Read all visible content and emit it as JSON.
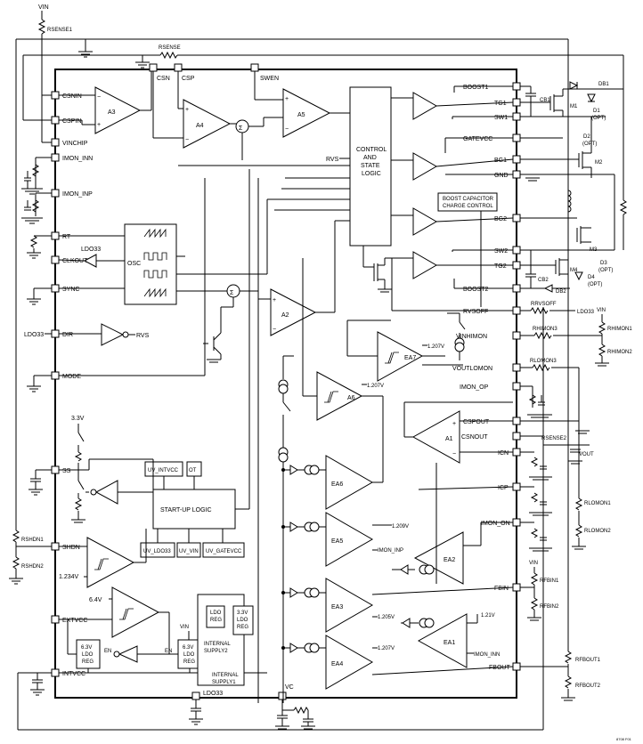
{
  "ic": {
    "top_pins": [
      "CSN",
      "CSP",
      "SWEN"
    ],
    "left_pins": [
      "CSNIN",
      "CSPIN",
      "VINCHIP",
      "IMON_INN",
      "IMON_INP",
      "RT",
      "CLKOUT",
      "SYNC",
      "DIR",
      "MODE",
      "SS",
      "SHDN",
      "EXTVCC",
      "INTVCC"
    ],
    "right_pins": [
      "BOOST1",
      "TG1",
      "SW1",
      "GATEVCC",
      "BG1",
      "GND",
      "BG2",
      "SW2",
      "TG2",
      "BOOST2",
      "RVSOFF",
      "VINHIMON",
      "VOUTLOMON",
      "IMON_OP",
      "CSPOUT",
      "CSNOUT",
      "ICN",
      "ICP",
      "IMON_ON",
      "FBIN",
      "FBOUT"
    ],
    "bottom_pins": [
      "LDO33",
      "VC"
    ]
  },
  "blocks": {
    "control_logic": [
      "CONTROL",
      "AND",
      "STATE",
      "LOGIC"
    ],
    "rvs": "RVS",
    "boost_cap": [
      "BOOST CAPACITOR",
      "CHARGE CONTROL"
    ],
    "osc": "OSC",
    "ldo33": "LDO33",
    "dir_rvs": "RVS",
    "startup": "START-UP LOGIC",
    "uv_intvcc": "UV_INTVCC",
    "ot": "OT",
    "uv_ldo33": "UV_LDO33",
    "uv_vin": "UV_VIN",
    "uv_gatevcc": "UV_GATEVCC",
    "ldo63_left": [
      "6.3V",
      "LDO",
      "REG"
    ],
    "ldo63_mid": [
      "6.3V",
      "LDO",
      "REG"
    ],
    "ldo_reg": [
      "LDO",
      "REG"
    ],
    "ldo33_reg": [
      "3.3V",
      "LDO",
      "REG"
    ],
    "internal_supply2": [
      "INTERNAL",
      "SUPPLY2"
    ],
    "internal_supply1": [
      "INTERNAL",
      "SUPPLY1"
    ],
    "en1": "EN",
    "en2": "EN",
    "vin_label": "VIN",
    "ss_33v": "3.3V",
    "v64": "6.4V",
    "v1234": "1.234V",
    "amps": [
      "A3",
      "A4",
      "A5",
      "A2",
      "A1",
      "A6",
      "EA7",
      "EA6",
      "EA5",
      "EA2",
      "EA3",
      "EA1",
      "EA4"
    ],
    "ref_1207_ea7": "1.207V",
    "ref_1207_a6": "1.207V",
    "ref_1209": "1.209V",
    "ref_1205": "1.205V",
    "ref_121": "1.21V",
    "ref_1207_ea4": "1.207V",
    "imon_inp": "IMON_INP",
    "imon_inn": "IMON_INN",
    "ldo33_right": "LDO33"
  },
  "external": {
    "vin_top": "VIN",
    "rsense1": "RSENSE1",
    "rsense_top": "RSENSE",
    "rsense2": "RSENSE2",
    "vout": "VOUT",
    "cb1": "CB1",
    "cb2": "CB2",
    "db1": "DB1",
    "db2": "DB2",
    "m1": "M1",
    "m2": "M2",
    "m3": "M3",
    "m4": "M4",
    "d1": [
      "D1",
      "(OPT)"
    ],
    "d2": [
      "D2",
      "(OPT)"
    ],
    "d3": [
      "D3",
      "(OPT)"
    ],
    "d4": [
      "D4",
      "(OPT)"
    ],
    "rvsoff": "RRVSOFF",
    "vin_rhimon": "VIN",
    "rhimon1": "RHIMON1",
    "rhimon2": "RHIMON2",
    "rhimon3": "RHIMON3",
    "rlomon3": "RLOMON3",
    "rlomon1": "RLOMON1",
    "rlomon2": "RLOMON2",
    "vin_fbin": "VIN",
    "rfbin1": "RFBIN1",
    "rfbin2": "RFBIN2",
    "rfbout1": "RFBOUT1",
    "rfbout2": "RFBOUT2",
    "rshdn1": "RSHDN1",
    "rshdn2": "RSHDN2",
    "figure_id": "8708 F01"
  }
}
